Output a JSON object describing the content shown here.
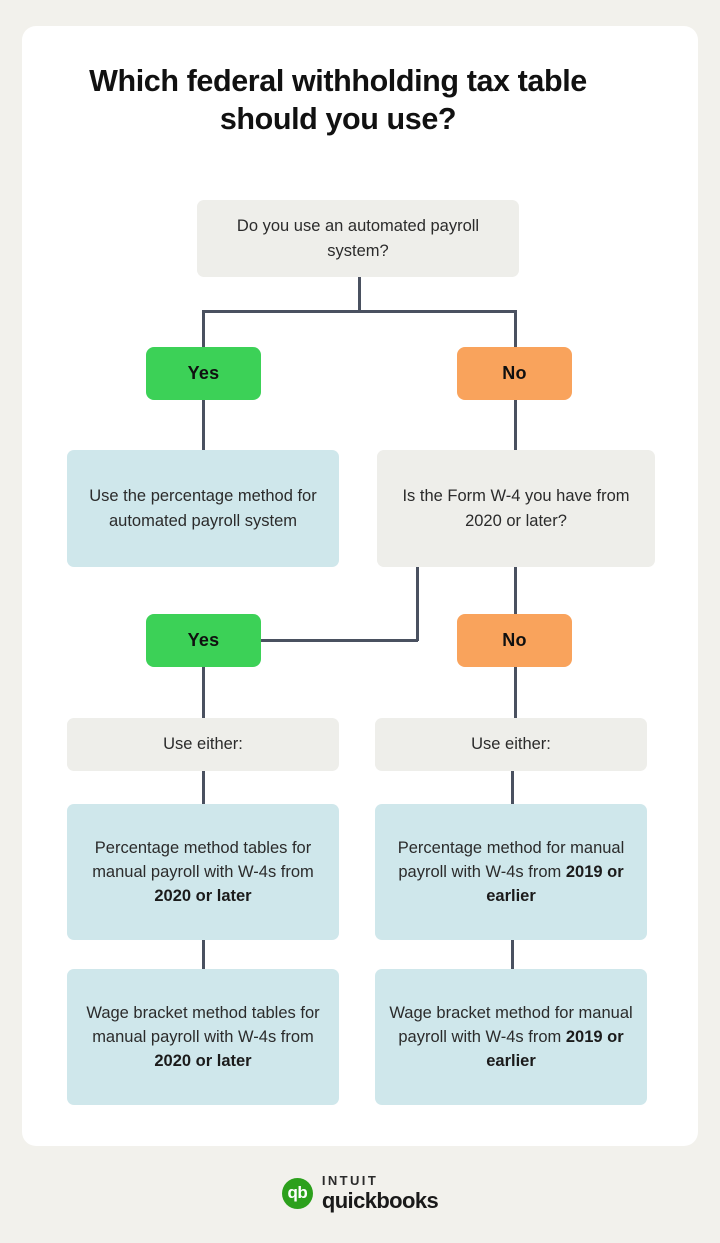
{
  "title": "Which federal withholding tax table should you use?",
  "nodes": {
    "q1": "Do you use an automated payroll system?",
    "yes1": "Yes",
    "no1": "No",
    "result_automated": "Use the percentage method for automated payroll system",
    "q2": "Is the Form W-4 you have from 2020 or later?",
    "yes2": "Yes",
    "no2": "No",
    "use_either_left": "Use either:",
    "use_either_right": "Use either:",
    "left_percentage_plain": "Percentage method tables for manual payroll with W-4s from ",
    "left_percentage_bold": "2020 or later",
    "right_percentage_plain": "Percentage method for manual payroll with W-4s from ",
    "right_percentage_bold": "2019 or earlier",
    "left_wage_plain": "Wage bracket method tables for manual payroll with W-4s from ",
    "left_wage_bold": "2020 or later",
    "right_wage_plain": "Wage bracket method for manual payroll with W-4s from ",
    "right_wage_bold": "2019 or earlier"
  },
  "logo": {
    "mark": "qb",
    "intuit": "INTUIT",
    "quickbooks": "quickbooks"
  },
  "colors": {
    "page_background": "#f2f1ec",
    "card_background": "#ffffff",
    "gray_box": "#eeeeea",
    "blue_box": "#cfe7eb",
    "green_pill": "#3cd157",
    "orange_pill": "#f9a35c",
    "connector": "#4a5160",
    "logo_green": "#2ca01c"
  }
}
